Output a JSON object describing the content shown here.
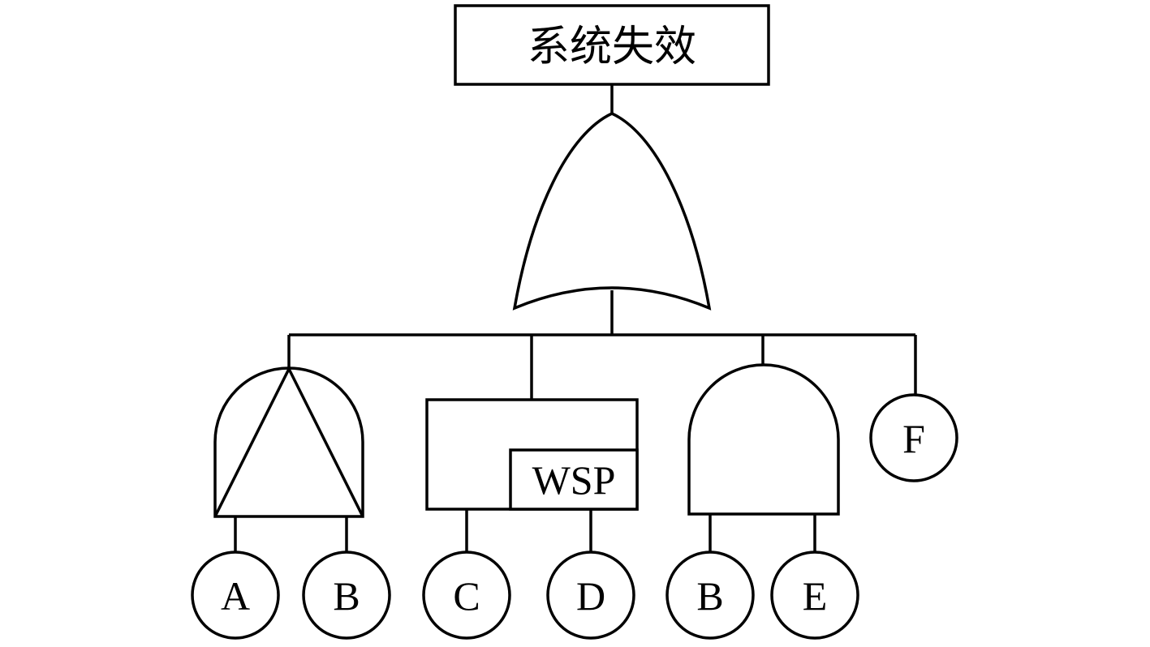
{
  "top_event": {
    "label": "系统失效"
  },
  "gates": {
    "top_or": {
      "type": "OR"
    },
    "priority_and": {
      "type": "Priority-AND"
    },
    "wsp": {
      "type": "WSP",
      "label": "WSP"
    },
    "and": {
      "type": "AND"
    }
  },
  "basic_events": {
    "a": "A",
    "b1": "B",
    "c": "C",
    "d": "D",
    "b2": "B",
    "e": "E",
    "f": "F"
  }
}
